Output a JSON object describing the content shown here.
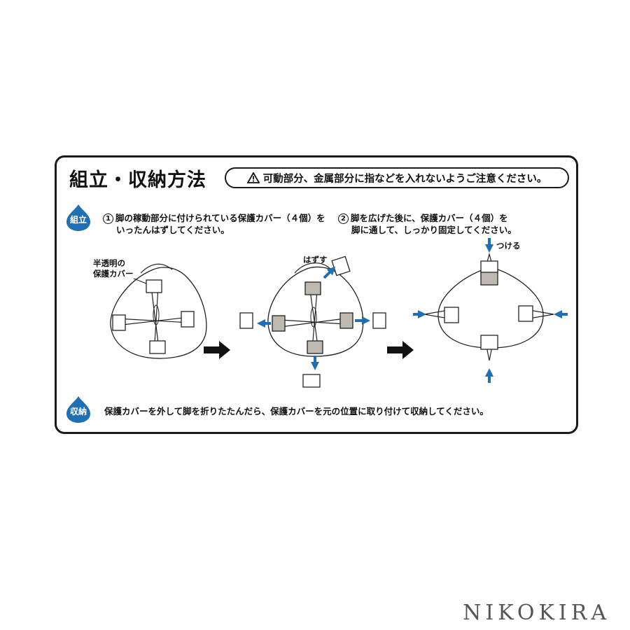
{
  "card": {
    "title": "組立・収納方法",
    "warning_text": "可動部分、金属部分に指などを入れないようご注意ください。",
    "warning_icon": "warning-triangle-icon",
    "assembly_badge": "組立",
    "storage_badge": "収納",
    "accent_color": "#1f6fb5"
  },
  "steps": [
    {
      "number": "①",
      "line1": "脚の稼動部分に付けられている保護カバー（４個）を",
      "line2": "いったんはずしてください。"
    },
    {
      "number": "②",
      "line1": "脚を広げた後に、保護カバー（４個）を",
      "line2": "脚に通して、しっかり固定してください。"
    }
  ],
  "diagram_labels": {
    "cover_label_line1": "半透明の",
    "cover_label_line2": "保護カバー",
    "remove_label": "はずす",
    "attach_label": "つける"
  },
  "storage_text": "保護カバーを外して脚を折りたたんだら、保護カバーを元の位置に取り付けて収納してください。",
  "watermark": "NIKOKIRA"
}
